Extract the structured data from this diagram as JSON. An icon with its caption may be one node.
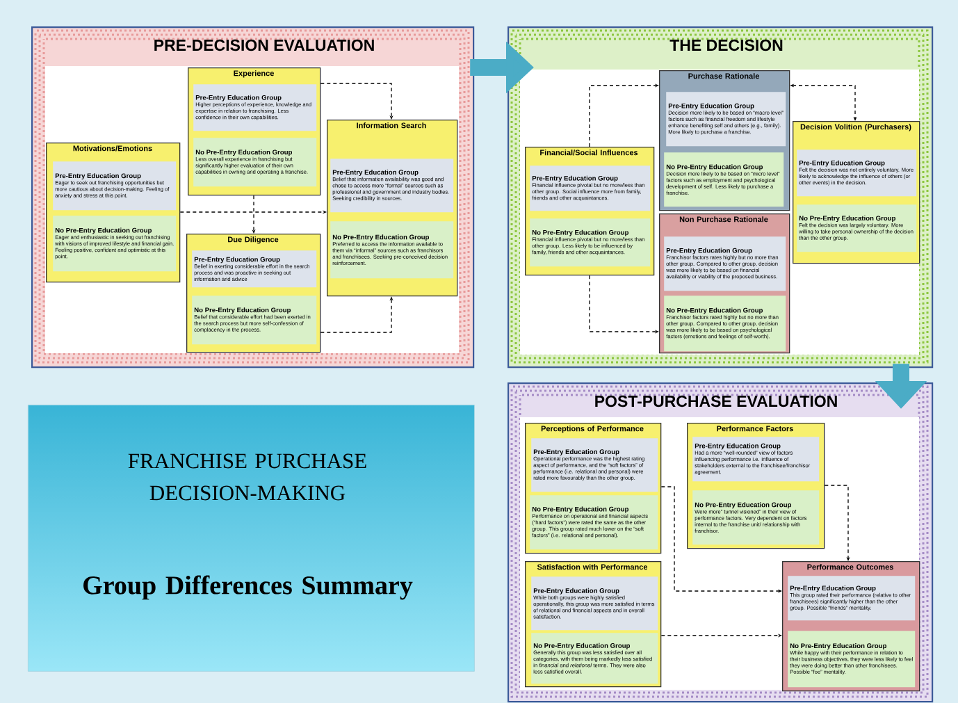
{
  "diagram": {
    "nodes": [
      {
        "text": [
          "PRE-DECISION EVALUATION"
        ]
      },
      {
        "text": [
          "Motivations/Emotions"
        ],
        "in": 0
      },
      {
        "text": [
          "Pre-Entry Education Group",
          "Eager to seek out franchising opportunities but more cautious about decision-making.  Feeling of anxiety and stress at this point."
        ],
        "in": 1
      },
      {
        "text": [
          "No Pre-Entry Education Group",
          "Eager and enthusiastic in seeking out franchising with visions of improved lifestyle and financial gain. Feeling positive, confident and optimistic at this point."
        ],
        "in": 1
      },
      {
        "text": [
          "Experience"
        ],
        "in": 0
      },
      {
        "text": [
          "Pre-Entry Education Group",
          "Higher perceptions of experience, knowledge and expertise in relation to franchising. Less confidence in their own capabilities."
        ],
        "in": 4
      },
      {
        "text": [
          "No Pre-Entry Education Group",
          "Less overall experience in franchising but significantly higher evaluation of their own capabilities in owning and operating a franchise."
        ],
        "in": 4
      },
      {
        "text": [
          "Due Diligence"
        ],
        "in": 0
      },
      {
        "text": [
          "Pre-Entry Education Group",
          "Belief in exerting considerable effort in the search process and was proactive in seeking out information and advice"
        ],
        "in": 7
      },
      {
        "text": [
          "No Pre-Entry Education Group",
          "Belief that considerable effort had been exerted in the search process but more self-confession of complacency in the process."
        ],
        "in": 7
      },
      {
        "text": [
          "Information Search"
        ],
        "in": 0
      },
      {
        "text": [
          "Pre-Entry Education Group",
          "Belief that information availability was good and chose to access more “formal” sources such as professional and government and industry bodies. Seeking credibility in sources."
        ],
        "in": 10
      },
      {
        "text": [
          "No Pre-Entry Education Group",
          "Preferred to access the information available to them via “informal” sources such as franchisors and franchisees. Seeking pre-conceived decision reinforcement."
        ],
        "in": 10
      },
      {
        "text": [
          "THE DECISION"
        ]
      },
      {
        "text": [
          "Financial/Social Influences"
        ],
        "in": 13
      },
      {
        "text": [
          "Pre-Entry Education Group",
          "Financial influence pivotal but no more/less than other group. Social influence more from family, friends and other acquaintances."
        ],
        "in": 14
      },
      {
        "text": [
          "No Pre-Entry Education Group",
          "Financial influence pivotal but no more/less than other group. Less likely to be influenced by family, friends and other acquaintances."
        ],
        "in": 14
      },
      {
        "text": [
          "Purchase Rationale"
        ],
        "in": 13
      },
      {
        "text": [
          "Pre-Entry Education Group",
          "Decision more likely to be based on “macro level” factors such as financial freedom and lifestyle enhance benefiting  self and others (e.g., family). More likely to purchase a franchise."
        ],
        "in": 17
      },
      {
        "text": [
          "No Pre-Entry Education Group",
          "Decision more likely to be based on “micro level” factors such as employment and psychological development of self. Less  likely to purchase a franchise."
        ],
        "in": 17
      },
      {
        "text": [
          "Non Purchase Rationale"
        ],
        "in": 13
      },
      {
        "text": [
          "Pre-Entry Education Group",
          "Franchisor factors rates highly but no more than other group. Compared to other group, decision was more likely to be based on financial availability or viability of the proposed business."
        ],
        "in": 20
      },
      {
        "text": [
          "No Pre-Entry Education Group",
          "Franchisor factors rated highly but no more than other group. Compared to other group, decision was more likely to be based on psychological factors (emotions and feelings of self-worth)."
        ],
        "in": 20
      },
      {
        "text": [
          "Decision Volition (Purchasers)"
        ],
        "in": 13
      },
      {
        "text": [
          "Pre-Entry Education Group",
          "Felt the decision was not entirely voluntary. More likely to acknowledge the influence of others (or other events) in the decision."
        ],
        "in": 23
      },
      {
        "text": [
          "No Pre-Entry Education Group",
          "Felt the decision was largely voluntary. More willing to take personal ownership of the decision than the other group."
        ],
        "in": 23
      },
      {
        "text": [
          "POST-PURCHASE EVALUATION"
        ]
      },
      {
        "text": [
          "Perceptions of Performance"
        ],
        "in": 26
      },
      {
        "text": [
          "Pre-Entry Education Group",
          "Operational performance was the highest rating aspect of performance, and the “soft factors” of performance (i.e. relational and personal) were rated more favourably than the other group."
        ],
        "in": 27
      },
      {
        "text": [
          "No Pre-Entry Education Group",
          "Performance on operational and financial aspects (“hard factors”) were rated the same as the other group.  This group rated much lower on the “soft factors” (i.e. relational and personal)."
        ],
        "in": 27
      },
      {
        "text": [
          "Performance Factors"
        ],
        "in": 26
      },
      {
        "text": [
          "Pre-Entry Education Group",
          "Had a more “well-rounded” view of factors influencing performance i.e. influence of stakeholders external to the franchisee/franchisor agreement."
        ],
        "in": 30
      },
      {
        "text": [
          "No Pre-Entry Education Group",
          "Were more” tunnel visioned” in their view of performance factors.  Very dependent on factors internal to the franchise unit/ relationship with franchisor."
        ],
        "in": 30
      },
      {
        "text": [
          "Satisfaction with Performance"
        ],
        "in": 26
      },
      {
        "text": [
          "Pre-Entry Education Group",
          "While both groups were highly satisfied operationally, this group was more satisfied in terms of relational and financial aspects and in overall satisfaction."
        ],
        "in": 33
      },
      {
        "text": [
          "No Pre-Entry Education Group",
          "Generally this group was less satisfied over all categories, with them being markedly less satisfied in *financial* and *relational* terms.  They were also less satisfied overall."
        ],
        "in": 33
      },
      {
        "text": [
          "Performance Outcomes"
        ],
        "in": 26
      },
      {
        "text": [
          "Pre-Entry Education Group",
          "This group rated their performance (relative to other franchisees) significantly higher than the other group. Possible “friends” mentality."
        ],
        "in": 36
      },
      {
        "text": [
          "No Pre-Entry Education Group",
          "While happy with their performance in relation to their business objectives, they were less likely to feel they were doing better than other franchisees. Possible “foe” mentality."
        ],
        "in": 36
      },
      {
        "text": [
          "FRANCHISE PURCHASE DECISION-MAKING",
          "Group Differences Summary"
        ]
      }
    ],
    "edges": [
      {
        "from": 1,
        "to": 10,
        "arrow": "to",
        "style": "dashed"
      },
      {
        "from": 4,
        "to": 7,
        "arrow": "to",
        "style": "dashed"
      },
      {
        "from": 4,
        "to": 10,
        "arrow": "to",
        "style": "dashed"
      },
      {
        "from": 7,
        "to": 10,
        "arrow": "to",
        "style": "dashed"
      },
      {
        "from": 14,
        "to": 17,
        "arrow": "to",
        "style": "dashed"
      },
      {
        "from": 14,
        "to": 20,
        "arrow": "to",
        "style": "dashed"
      },
      {
        "from": 17,
        "to": 23,
        "arrow": "both",
        "style": "dashed"
      },
      {
        "from": 27,
        "to": 36,
        "arrow": "to",
        "style": "dashed"
      },
      {
        "from": 30,
        "to": 36,
        "arrow": "to",
        "style": "dashed"
      },
      {
        "from": 33,
        "to": 36,
        "arrow": "to",
        "style": "dashed"
      },
      {
        "from": 0,
        "to": 13,
        "arrow": "to",
        "style": "thick",
        "color": "#4bacc6"
      },
      {
        "from": 13,
        "to": 26,
        "arrow": "to",
        "style": "thick",
        "color": "#4bacc6"
      }
    ]
  }
}
